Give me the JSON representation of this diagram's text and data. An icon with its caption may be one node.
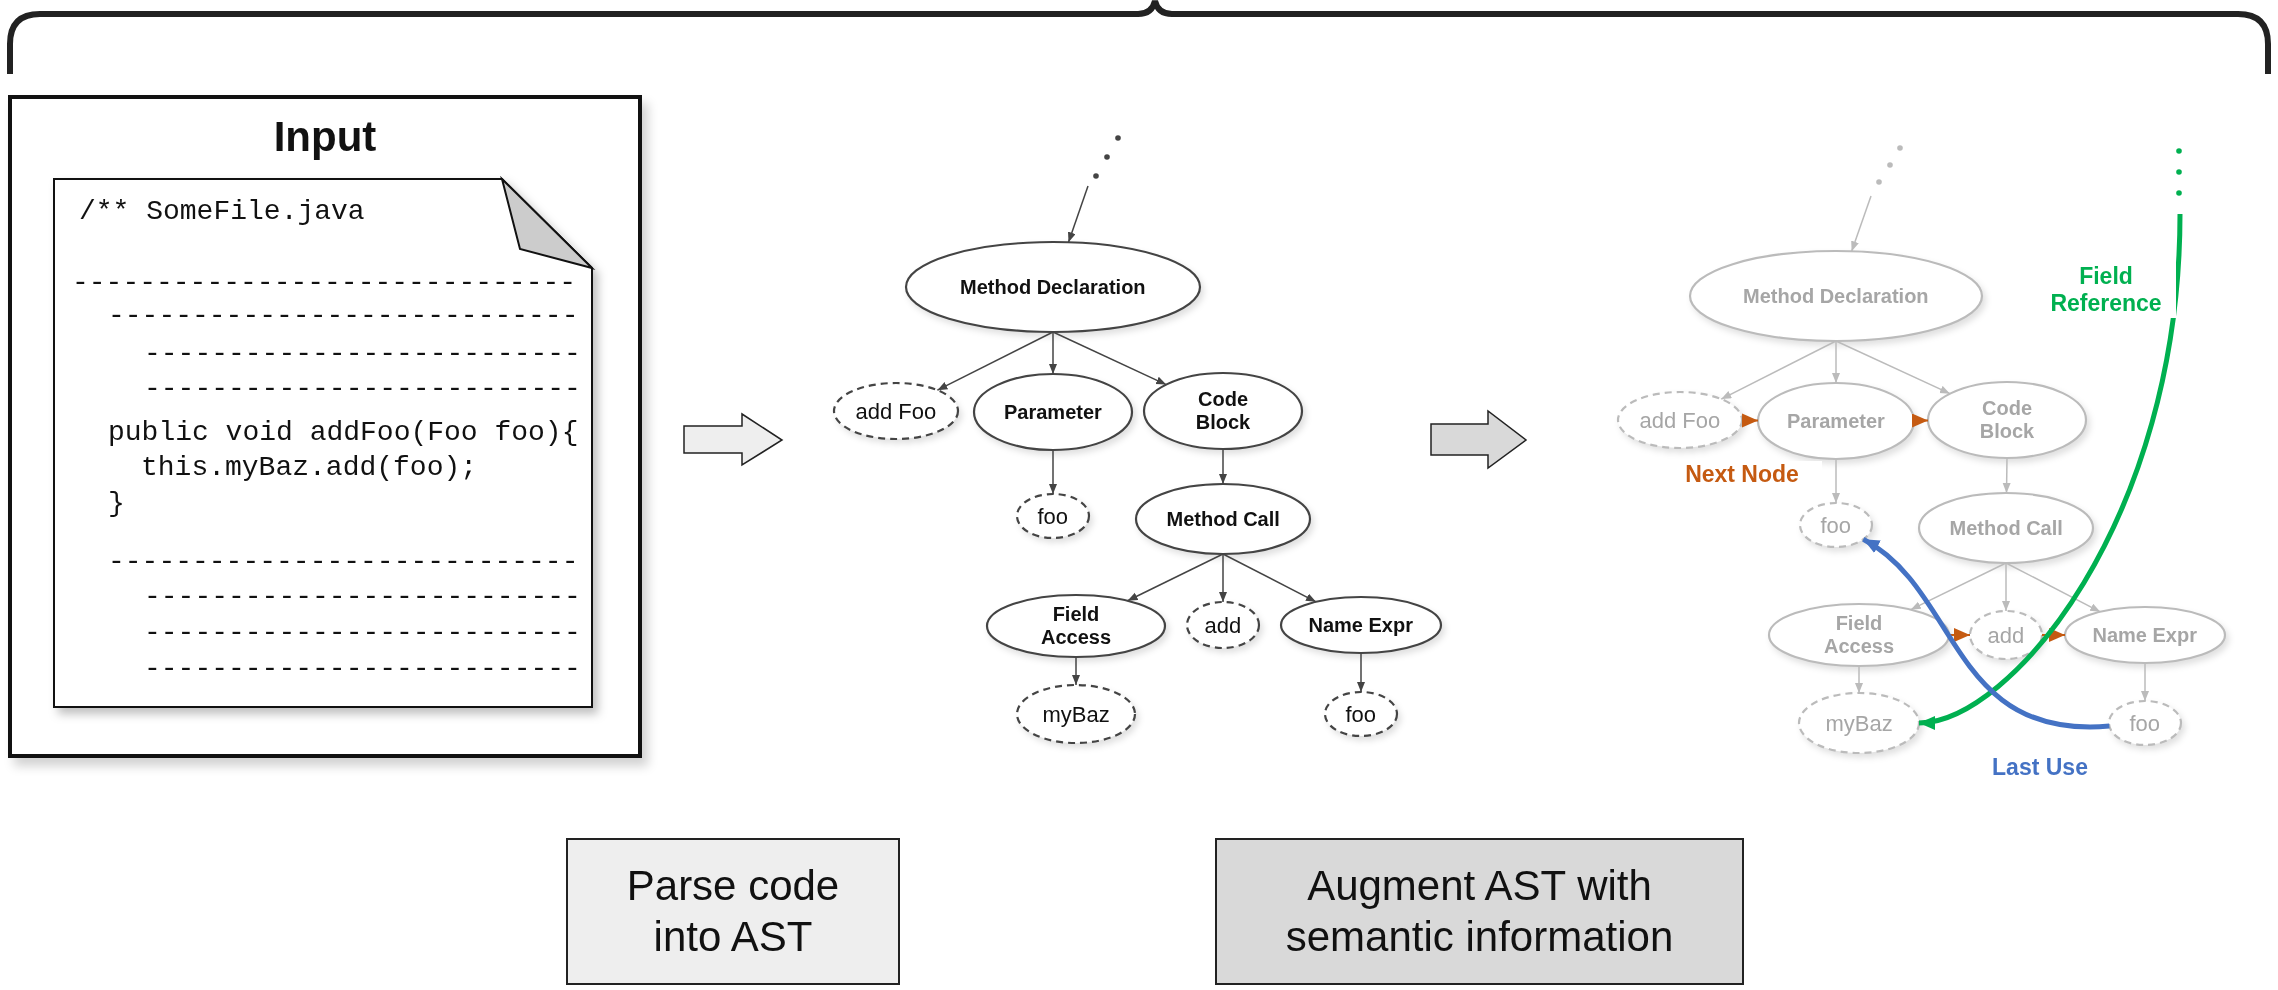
{
  "diagram": {
    "nodes": [
      {
        "text": [
          "Input"
        ]
      },
      {
        "text": [
          "/** SomeFile.java",
          "------------------------------",
          "----------------------------",
          "--------------------------",
          "--------------------------",
          "public void addFoo(Foo foo){",
          "this.myBaz.add(foo);",
          "}",
          "----------------------------",
          "--------------------------",
          "--------------------------",
          "--------------------------"
        ],
        "in": 0
      },
      {
        "text": [
          "Method Declaration"
        ]
      },
      {
        "text": [
          "add Foo"
        ]
      },
      {
        "text": [
          "Parameter"
        ]
      },
      {
        "text": [
          "Code Block"
        ]
      },
      {
        "text": [
          "foo"
        ]
      },
      {
        "text": [
          "Method Call"
        ]
      },
      {
        "text": [
          "Field Access"
        ]
      },
      {
        "text": [
          "add"
        ]
      },
      {
        "text": [
          "Name Expr"
        ]
      },
      {
        "text": [
          "myBaz"
        ]
      },
      {
        "text": [
          "foo"
        ]
      },
      {
        "text": [
          "Method Declaration"
        ]
      },
      {
        "text": [
          "add Foo"
        ]
      },
      {
        "text": [
          "Parameter"
        ]
      },
      {
        "text": [
          "Code Block"
        ]
      },
      {
        "text": [
          "foo"
        ]
      },
      {
        "text": [
          "Method Call"
        ]
      },
      {
        "text": [
          "Field Access"
        ]
      },
      {
        "text": [
          "add"
        ]
      },
      {
        "text": [
          "Name Expr"
        ]
      },
      {
        "text": [
          "myBaz"
        ]
      },
      {
        "text": [
          "foo"
        ]
      },
      {
        "text": [
          "Parse code into AST"
        ]
      },
      {
        "text": [
          "Augment AST with semantic information"
        ]
      },
      {
        "text": [],
        "shape": "dots"
      },
      {
        "text": [],
        "shape": "dots"
      },
      {
        "text": [],
        "shape": "dots"
      }
    ],
    "edges": [
      {
        "from": 26,
        "to": 2,
        "arrow": "to"
      },
      {
        "from": 2,
        "to": 3,
        "arrow": "to"
      },
      {
        "from": 2,
        "to": 4,
        "arrow": "to"
      },
      {
        "from": 2,
        "to": 5,
        "arrow": "to"
      },
      {
        "from": 4,
        "to": 6,
        "arrow": "to"
      },
      {
        "from": 5,
        "to": 7,
        "arrow": "to"
      },
      {
        "from": 7,
        "to": 8,
        "arrow": "to"
      },
      {
        "from": 7,
        "to": 9,
        "arrow": "to"
      },
      {
        "from": 7,
        "to": 10,
        "arrow": "to"
      },
      {
        "from": 8,
        "to": 11,
        "arrow": "to"
      },
      {
        "from": 10,
        "to": 12,
        "arrow": "to"
      },
      {
        "from": 27,
        "to": 13,
        "arrow": "to",
        "color": "#bbbbbb"
      },
      {
        "from": 13,
        "to": 14,
        "arrow": "to",
        "color": "#bbbbbb"
      },
      {
        "from": 13,
        "to": 15,
        "arrow": "to",
        "color": "#bbbbbb"
      },
      {
        "from": 13,
        "to": 16,
        "arrow": "to",
        "color": "#bbbbbb"
      },
      {
        "from": 15,
        "to": 17,
        "arrow": "to",
        "color": "#bbbbbb"
      },
      {
        "from": 16,
        "to": 18,
        "arrow": "to",
        "color": "#bbbbbb"
      },
      {
        "from": 18,
        "to": 19,
        "arrow": "to",
        "color": "#bbbbbb"
      },
      {
        "from": 18,
        "to": 20,
        "arrow": "to",
        "color": "#bbbbbb"
      },
      {
        "from": 18,
        "to": 21,
        "arrow": "to",
        "color": "#bbbbbb"
      },
      {
        "from": 19,
        "to": 22,
        "arrow": "to",
        "color": "#bbbbbb"
      },
      {
        "from": 21,
        "to": 23,
        "arrow": "to",
        "color": "#bbbbbb"
      },
      {
        "from": 14,
        "to": 15,
        "arrow": "to",
        "label": "Next Node",
        "color": "#c55a11"
      },
      {
        "from": 15,
        "to": 16,
        "arrow": "to",
        "color": "#c55a11"
      },
      {
        "from": 19,
        "to": 20,
        "arrow": "to",
        "color": "#c55a11"
      },
      {
        "from": 20,
        "to": 21,
        "arrow": "to",
        "color": "#c55a11"
      },
      {
        "from": 28,
        "to": 22,
        "arrow": "to",
        "label": "Field Reference",
        "style": "thick",
        "color": "#00b050"
      },
      {
        "from": 23,
        "to": 17,
        "arrow": "to",
        "label": "Last Use",
        "style": "thick",
        "color": "#4472c4"
      }
    ]
  }
}
